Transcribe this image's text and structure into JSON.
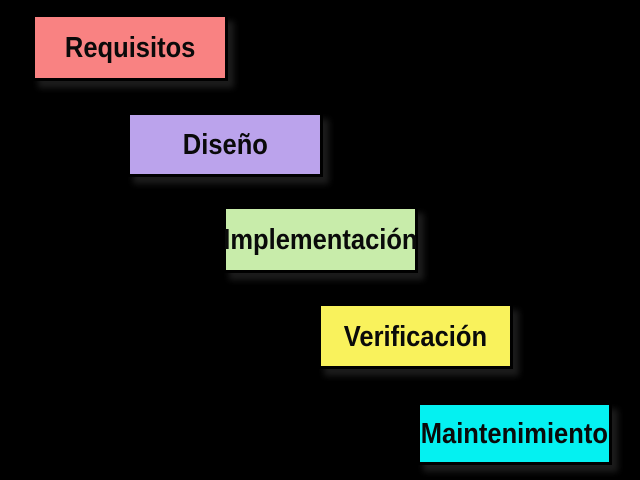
{
  "diagram": {
    "kind": "waterfall-model-steps",
    "background_color": "#000000",
    "box_border_color": "#000000",
    "text_color": "#0a0a0a",
    "shadow_color": "#1c1c1c",
    "steps": [
      {
        "label": "Requisitos",
        "fill": "#f98282"
      },
      {
        "label": "Diseño",
        "fill": "#bba3ec"
      },
      {
        "label": "Implementación",
        "fill": "#c8ecaa"
      },
      {
        "label": "Verificación",
        "fill": "#f9f25c"
      },
      {
        "label": "Maintenimiento",
        "fill": "#04f1f1"
      }
    ]
  }
}
